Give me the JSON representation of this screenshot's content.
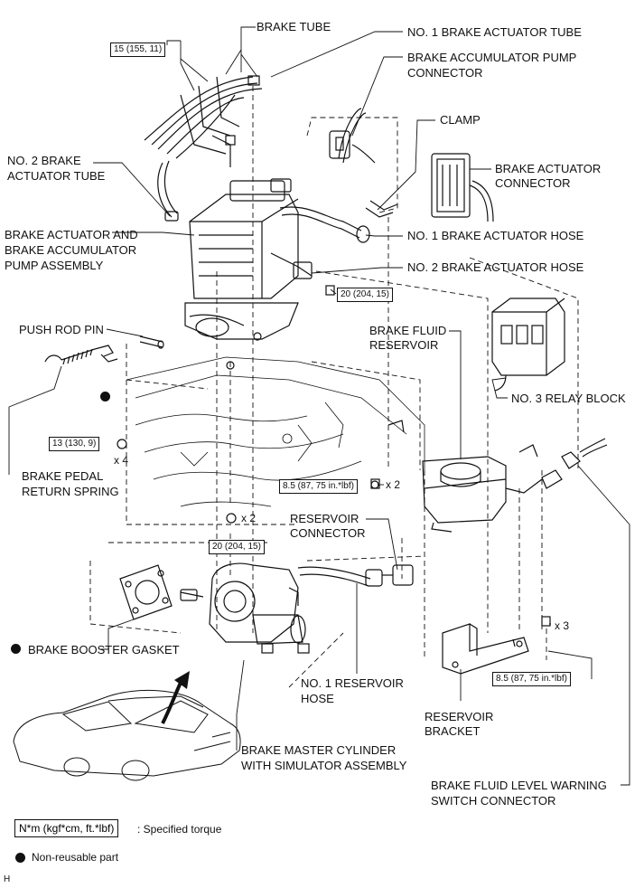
{
  "labels": {
    "brake_tube": "BRAKE TUBE",
    "no1_brake_actuator_tube": "NO. 1 BRAKE ACTUATOR TUBE",
    "accumulator_pump_connector": [
      "BRAKE ACCUMULATOR PUMP",
      "CONNECTOR"
    ],
    "clamp": "CLAMP",
    "brake_actuator_connector": [
      "BRAKE ACTUATOR",
      "CONNECTOR"
    ],
    "no2_brake_actuator_tube": [
      "NO. 2 BRAKE",
      "ACTUATOR TUBE"
    ],
    "actuator_pump_assembly": [
      "BRAKE ACTUATOR AND",
      "BRAKE ACCUMULATOR",
      "PUMP ASSEMBLY"
    ],
    "no1_brake_actuator_hose": "NO. 1 BRAKE ACTUATOR HOSE",
    "no2_brake_actuator_hose": "NO. 2 BRAKE ACTUATOR HOSE",
    "push_rod_pin": "PUSH ROD PIN",
    "brake_fluid_reservoir": [
      "BRAKE FLUID",
      "RESERVOIR"
    ],
    "no3_relay_block": "NO. 3 RELAY BLOCK",
    "brake_pedal_return_spring": [
      "BRAKE PEDAL",
      "RETURN SPRING"
    ],
    "reservoir_connector": [
      "RESERVOIR",
      "CONNECTOR"
    ],
    "brake_booster_gasket": "BRAKE BOOSTER GASKET",
    "no1_reservoir_hose": [
      "NO. 1 RESERVOIR",
      "HOSE"
    ],
    "reservoir_bracket": [
      "RESERVOIR",
      "BRACKET"
    ],
    "master_cylinder": [
      "BRAKE MASTER CYLINDER",
      "WITH SIMULATOR ASSEMBLY"
    ],
    "level_warning_connector": [
      "BRAKE FLUID LEVEL WARNING",
      "SWITCH CONNECTOR"
    ]
  },
  "torques": {
    "brake_tube": "15 (155, 11)",
    "actuator_bolt": "20 (204, 15)",
    "nut_13": "13 (130, 9)",
    "reservoir_bolt": "8.5 (87, 75 in.*lbf)",
    "lower_nut": "20 (204, 15)",
    "bracket_bolt": "8.5 (87, 75 in.*lbf)"
  },
  "quantities": {
    "reservoir_bolt": "x 2",
    "nut_13": "x 4",
    "lower_nut": "x 2",
    "bracket_bolt": "x 3"
  },
  "legend": {
    "torque_format": "N*m (kgf*cm, ft.*lbf)",
    "torque_text": ": Specified torque",
    "nonreusable_text": "Non-reusable part"
  },
  "footer_code": "H"
}
